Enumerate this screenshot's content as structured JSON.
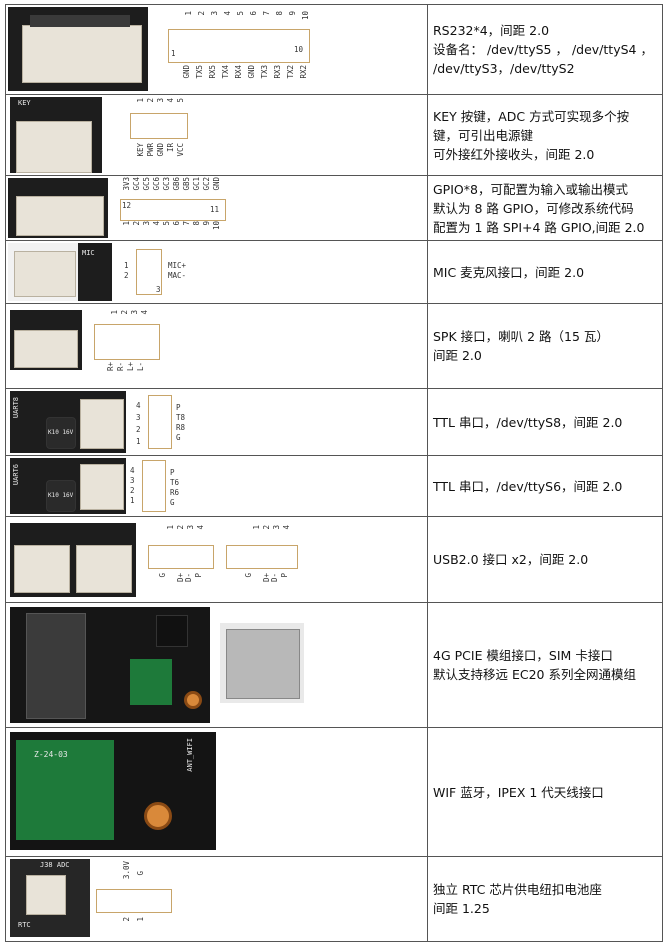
{
  "rows": [
    {
      "pins": [
        "1",
        "2",
        "3",
        "4",
        "5",
        "6",
        "7",
        "8",
        "9",
        "10"
      ],
      "schematic_pin_first": "1",
      "schematic_pin_last": "10",
      "signals": [
        "GND",
        "TX5",
        "RX5",
        "TX4",
        "RX4",
        "GND",
        "TX3",
        "RX3",
        "TX2",
        "RX2"
      ],
      "lines": [
        "RS232*4，间距 2.0",
        "设备名： /dev/ttyS5 ， /dev/ttyS4 ，",
        "/dev/ttyS3，/dev/ttyS2"
      ]
    },
    {
      "silk": "KEY",
      "pins": [
        "1",
        "2",
        "3",
        "4",
        "5"
      ],
      "signals": [
        "KEY",
        "PWR",
        "GND",
        "IR",
        "VCC"
      ],
      "lines": [
        "KEY 按键，ADC 方式可实现多个按",
        "键，可引出电源键",
        "可外接红外接收头，间距 2.0"
      ]
    },
    {
      "signals": [
        "3V3",
        "GC4",
        "GC5",
        "GC6",
        "GC3",
        "GB6",
        "GB5",
        "GC1",
        "GC2",
        "GND"
      ],
      "schematic_pin_first": "1",
      "schematic_pin_last": "10",
      "pins_top": [
        "12",
        "11"
      ],
      "pins": [
        "1",
        "2",
        "3",
        "4",
        "5",
        "6",
        "7",
        "8",
        "9",
        "10"
      ],
      "lines": [
        "GPIO*8，可配置为输入或输出模式",
        "默认为 8 路 GPIO，可修改系统代码",
        "配置为 1 路 SPI+4 路 GPIO,间距 2.0"
      ]
    },
    {
      "silk": "MIC",
      "pins": [
        "1",
        "2",
        "3"
      ],
      "signals": [
        "MIC+",
        "MAC-"
      ],
      "lines": [
        "MIC 麦克风接口，间距 2.0"
      ]
    },
    {
      "pins": [
        "1",
        "2",
        "3",
        "4"
      ],
      "signals": [
        "R+",
        "R-",
        "L+",
        "L-"
      ],
      "lines": [
        "SPK 接口，喇叭 2 路（15 瓦）",
        "间距 2.0"
      ]
    },
    {
      "silk": "UART8",
      "cap_text": "K10 16V",
      "pins": [
        "1",
        "2",
        "3",
        "4"
      ],
      "signals": [
        "P",
        "T8",
        "R8",
        "G"
      ],
      "lines": [
        "TTL 串口，/dev/ttyS8，间距 2.0"
      ]
    },
    {
      "silk": "UART6",
      "cap_text": "K10 16V",
      "pins": [
        "1",
        "2",
        "3",
        "4"
      ],
      "signals": [
        "P",
        "T6",
        "R6",
        "G"
      ],
      "lines": [
        "TTL 串口，/dev/ttyS6，间距 2.0"
      ]
    },
    {
      "pins": [
        "1",
        "2",
        "3",
        "4"
      ],
      "signals": [
        "G",
        "D+",
        "D-",
        "P"
      ],
      "lines": [
        "USB2.0 接口 x2，间距 2.0"
      ]
    },
    {
      "lines": [
        "4G PCIE 模组接口，SIM 卡接口",
        "默认支持移远 EC20 系列全网通模组"
      ]
    },
    {
      "module_text": "Z-24-03",
      "silk": "ANT_WIFI",
      "lines": [
        "WIF 蓝牙，IPEX 1 代天线接口"
      ]
    },
    {
      "silk": "J38 ADC",
      "silk2": "RTC",
      "pins": [
        "1",
        "2"
      ],
      "signals": [
        "3.0V",
        "G"
      ],
      "lines": [
        "独立 RTC 芯片供电纽扣电池座",
        "间距 1.25"
      ]
    }
  ],
  "colors": {
    "border": "#555555",
    "frame": "#c8a56a",
    "pcb": "#1d1d1d",
    "connector": "#e8e3d8"
  }
}
